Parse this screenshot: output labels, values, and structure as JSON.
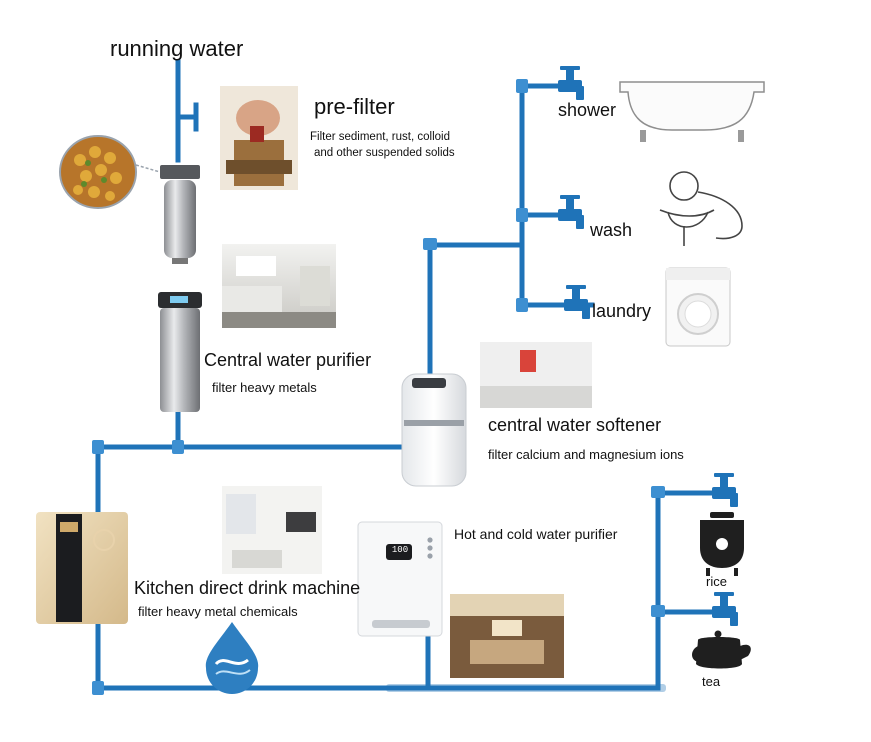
{
  "labels": {
    "running_water": "running water",
    "pre_filter": "pre-filter",
    "pre_filter_desc_1": "Filter sediment, rust, colloid",
    "pre_filter_desc_2": "and other suspended solids",
    "central_purifier": "Central water purifier",
    "central_purifier_desc": "filter heavy metals",
    "shower": "shower",
    "wash": "wash",
    "laundry": "laundry",
    "softener": "central water softener",
    "softener_desc": "filter calcium and magnesium ions",
    "hot_cold": "Hot and cold water purifier",
    "kitchen": "Kitchen direct drink machine",
    "kitchen_desc": "filter heavy metal chemicals",
    "rice": "rice",
    "tea": "tea",
    "display_reading": "100"
  },
  "colors": {
    "pipe": "#1f73b8",
    "pipe_light": "#3d8fd1",
    "text": "#111111"
  },
  "icons": [
    "faucet-icon",
    "bathtub-icon",
    "washbasin-icon",
    "washing-machine-icon",
    "rice-cooker-icon",
    "teapot-icon",
    "water-drop-icon"
  ]
}
